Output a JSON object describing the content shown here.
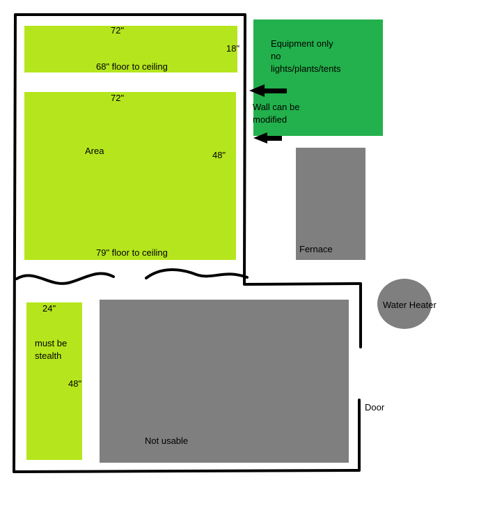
{
  "colors": {
    "grow_area": "#b5e61d",
    "equipment": "#22b14c",
    "unusable": "#7f7f7f",
    "wall": "#000000",
    "background": "#ffffff"
  },
  "top_shelf": {
    "width": "72\"",
    "depth": "18\"",
    "height": "68\" floor to ceiling"
  },
  "main_area": {
    "width": "72\"",
    "name": "Area",
    "depth": "48\"",
    "height": "79\" floor to ceiling"
  },
  "stealth_area": {
    "width": "24\"",
    "note_line1": "must be",
    "note_line2": "stealth",
    "depth": "48\""
  },
  "equipment_area": {
    "line1": "Equipment only",
    "line2": "no",
    "line3": "lights/plants/tents"
  },
  "wall_note": {
    "line1": "Wall can be",
    "line2": "modified"
  },
  "furnace": {
    "label": "Fernace"
  },
  "water_heater": {
    "label": "Water Heater"
  },
  "not_usable": {
    "label": "Not usable"
  },
  "door": {
    "label": "Door"
  }
}
